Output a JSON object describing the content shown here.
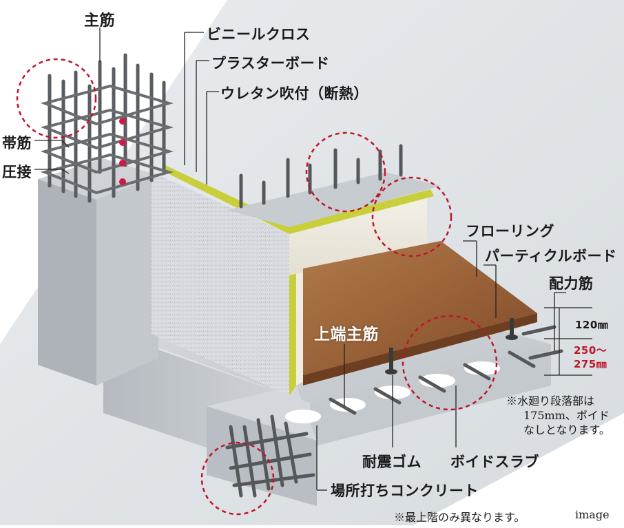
{
  "labels": {
    "main_rebar": "主筋",
    "hoop": "帯筋",
    "pressure_weld": "圧接",
    "vinyl_cloth": "ビニールクロス",
    "plasterboard": "プラスターボード",
    "urethane": "ウレタン吹付（断熱）",
    "flooring": "フローリング",
    "particle_board": "パーティクルボード",
    "distribution_bar": "配力筋",
    "top_main_bar": "上端主筋",
    "seismic_rubber": "耐震ゴム",
    "void_slab": "ボイドスラブ",
    "cast_concrete": "場所打ちコンクリート"
  },
  "dimensions": {
    "floor_height": "120㎜",
    "slab_range_1": "250〜",
    "slab_range_2": "275㎜"
  },
  "notes": {
    "wet_area_1": "※水廻り段落部は",
    "wet_area_2": "175mm、ボイド",
    "wet_area_3": "なしとなります。",
    "top_floor": "※最上階のみ異なります。",
    "image_tag": "image"
  },
  "colors": {
    "accent_red": "#c0152a",
    "concrete": "#c9ced3",
    "floor_wood": "#9a6238",
    "insulation": "#c8cf3a",
    "rebar": "#5a5d60"
  }
}
